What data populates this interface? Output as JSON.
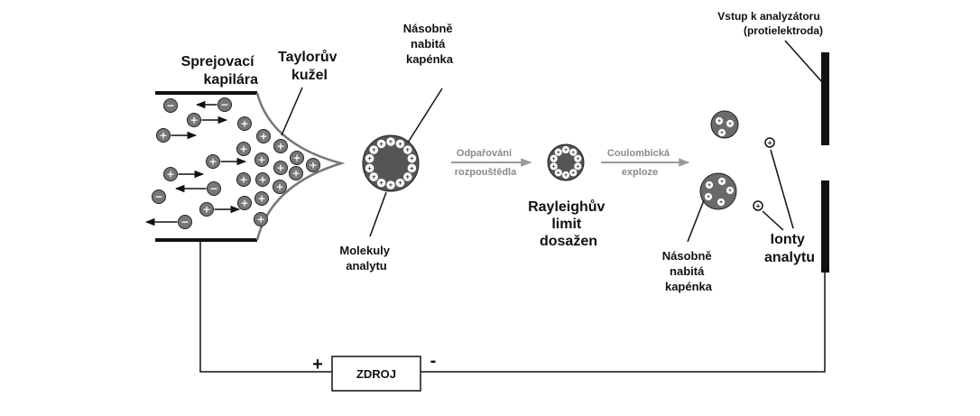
{
  "labels": {
    "capillary": [
      "Sprejovací",
      "kapilára"
    ],
    "taylor_cone": [
      "Taylorův",
      "kužel"
    ],
    "droplet_top": [
      "Násobně",
      "nabitá",
      "kapénka"
    ],
    "analyte_molecules": [
      "Molekuly",
      "analytu"
    ],
    "evaporation": [
      "Odpařování",
      "rozpouštědla"
    ],
    "rayleigh": [
      "Rayleighův",
      "limit",
      "dosažen"
    ],
    "coulomb": [
      "Coulombická",
      "exploze"
    ],
    "droplet_bottom": [
      "Násobně",
      "nabitá",
      "kapénka"
    ],
    "analyzer_inlet": [
      "Vstup k analyzátoru",
      "(protielektroda)"
    ],
    "analyte_ions": [
      "Ionty",
      "analytu"
    ],
    "power_source": "ZDROJ",
    "plus_terminal": "+",
    "minus_terminal": "-"
  },
  "symbols": {
    "positive": "+",
    "negative": "−"
  },
  "colors": {
    "droplet_fill": "#555555",
    "ion_fill": "#777777",
    "arrow_grey": "#9a9a9a",
    "line": "#111111"
  }
}
